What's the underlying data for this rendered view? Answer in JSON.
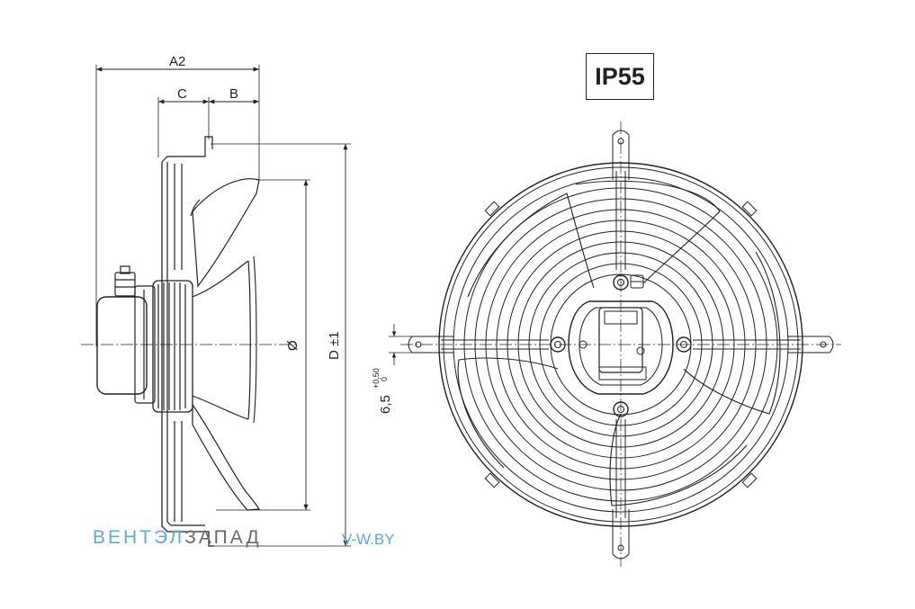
{
  "dimensions": {
    "a2": "A2",
    "b": "B",
    "c": "C",
    "diameter": "Ø",
    "d": "D ±1",
    "hole": "6,5",
    "tol_upper": "+0,50",
    "tol_lower": "0"
  },
  "badge": "IP55",
  "watermark": {
    "brand_part1": "ВЕНТЭЛ",
    "brand_part2": "ЗАПАД",
    "url": "V-W.BY"
  },
  "colors": {
    "line": "#222222",
    "watermark_blue": "#5ea8dc",
    "watermark_gray": "#6b6b6b"
  }
}
